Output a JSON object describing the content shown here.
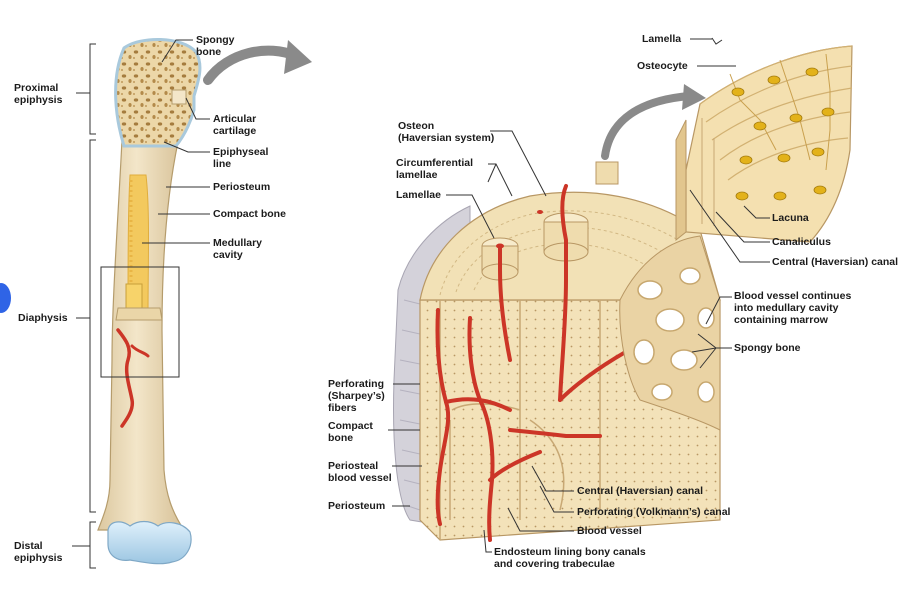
{
  "labels": {
    "spongy_bone_top": "Spongy\nbone",
    "proximal_epiphysis": "Proximal\nepiphysis",
    "articular_cartilage": "Articular\ncartilage",
    "epiphyseal_line": "Epiphyseal\nline",
    "periosteum_left": "Periosteum",
    "compact_bone_left": "Compact bone",
    "medullary_cavity": "Medullary\ncavity",
    "diaphysis": "Diaphysis",
    "distal_epiphysis": "Distal\nepiphysis",
    "lamella": "Lamella",
    "osteocyte": "Osteocyte",
    "osteon": "Osteon\n(Haversian system)",
    "circumferential_lamellae": "Circumferential\nlamellae",
    "lamellae": "Lamellae",
    "lacuna": "Lacuna",
    "canaliculus": "Canaliculus",
    "central_canal_upper": "Central (Haversian) canal",
    "blood_vessel_continues": "Blood vessel continues\ninto medullary cavity\ncontaining marrow",
    "spongy_bone_right": "Spongy bone",
    "perforating_fibers": "Perforating\n(Sharpey’s)\nfibers",
    "compact_bone_right": "Compact\nbone",
    "periosteal_blood_vessel": "Periosteal\nblood vessel",
    "periosteum_right": "Periosteum",
    "central_canal_lower": "Central (Haversian) canal",
    "perforating_canal": "Perforating (Volkmann’s) canal",
    "blood_vessel": "Blood vessel",
    "endosteum": "Endosteum lining bony canals\nand covering trabeculae"
  },
  "colors": {
    "bone": "#f2dfb4",
    "bone_shadow": "#d9bf87",
    "marrow": "#f6cf6f",
    "cartilage": "#b8d8ec",
    "vessel": "#cc3527",
    "osteocyte": "#e3b21a",
    "periosteum": "#c9c6cf",
    "arrow": "#8a8a8a"
  }
}
